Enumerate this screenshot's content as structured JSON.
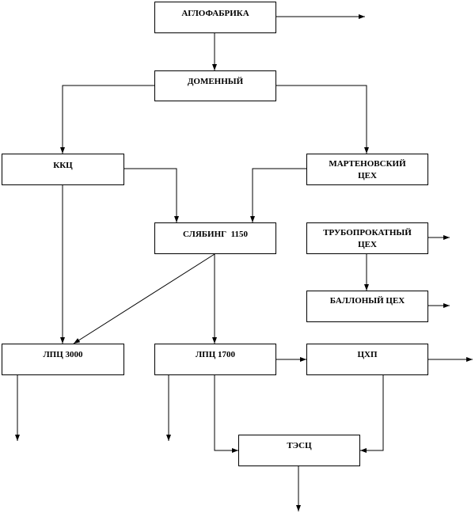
{
  "nodes": {
    "aglofabrika": "АГЛОФАБРИКА",
    "domennyi": "ДОМЕННЫЙ",
    "kkc": "ККЦ",
    "martenovskii_line1": "МАРТЕНОВСКИЙ",
    "martenovskii_line2": "ЦЕХ",
    "slyabing": "СЛЯБИНГ  1150",
    "trubo_line1": "ТРУБОПРОКАТНЫЙ",
    "trubo_line2": "ЦЕХ",
    "ballonyi": "БАЛЛОНЫЙ ЦЕХ",
    "lpc3000": "ЛПЦ 3000",
    "lpc1700": "ЛПЦ 1700",
    "chp": "ЦХП",
    "tesc": "ТЭСЦ"
  },
  "colors": {
    "line": "#000000",
    "box_border": "#000000",
    "background": "#ffffff"
  }
}
